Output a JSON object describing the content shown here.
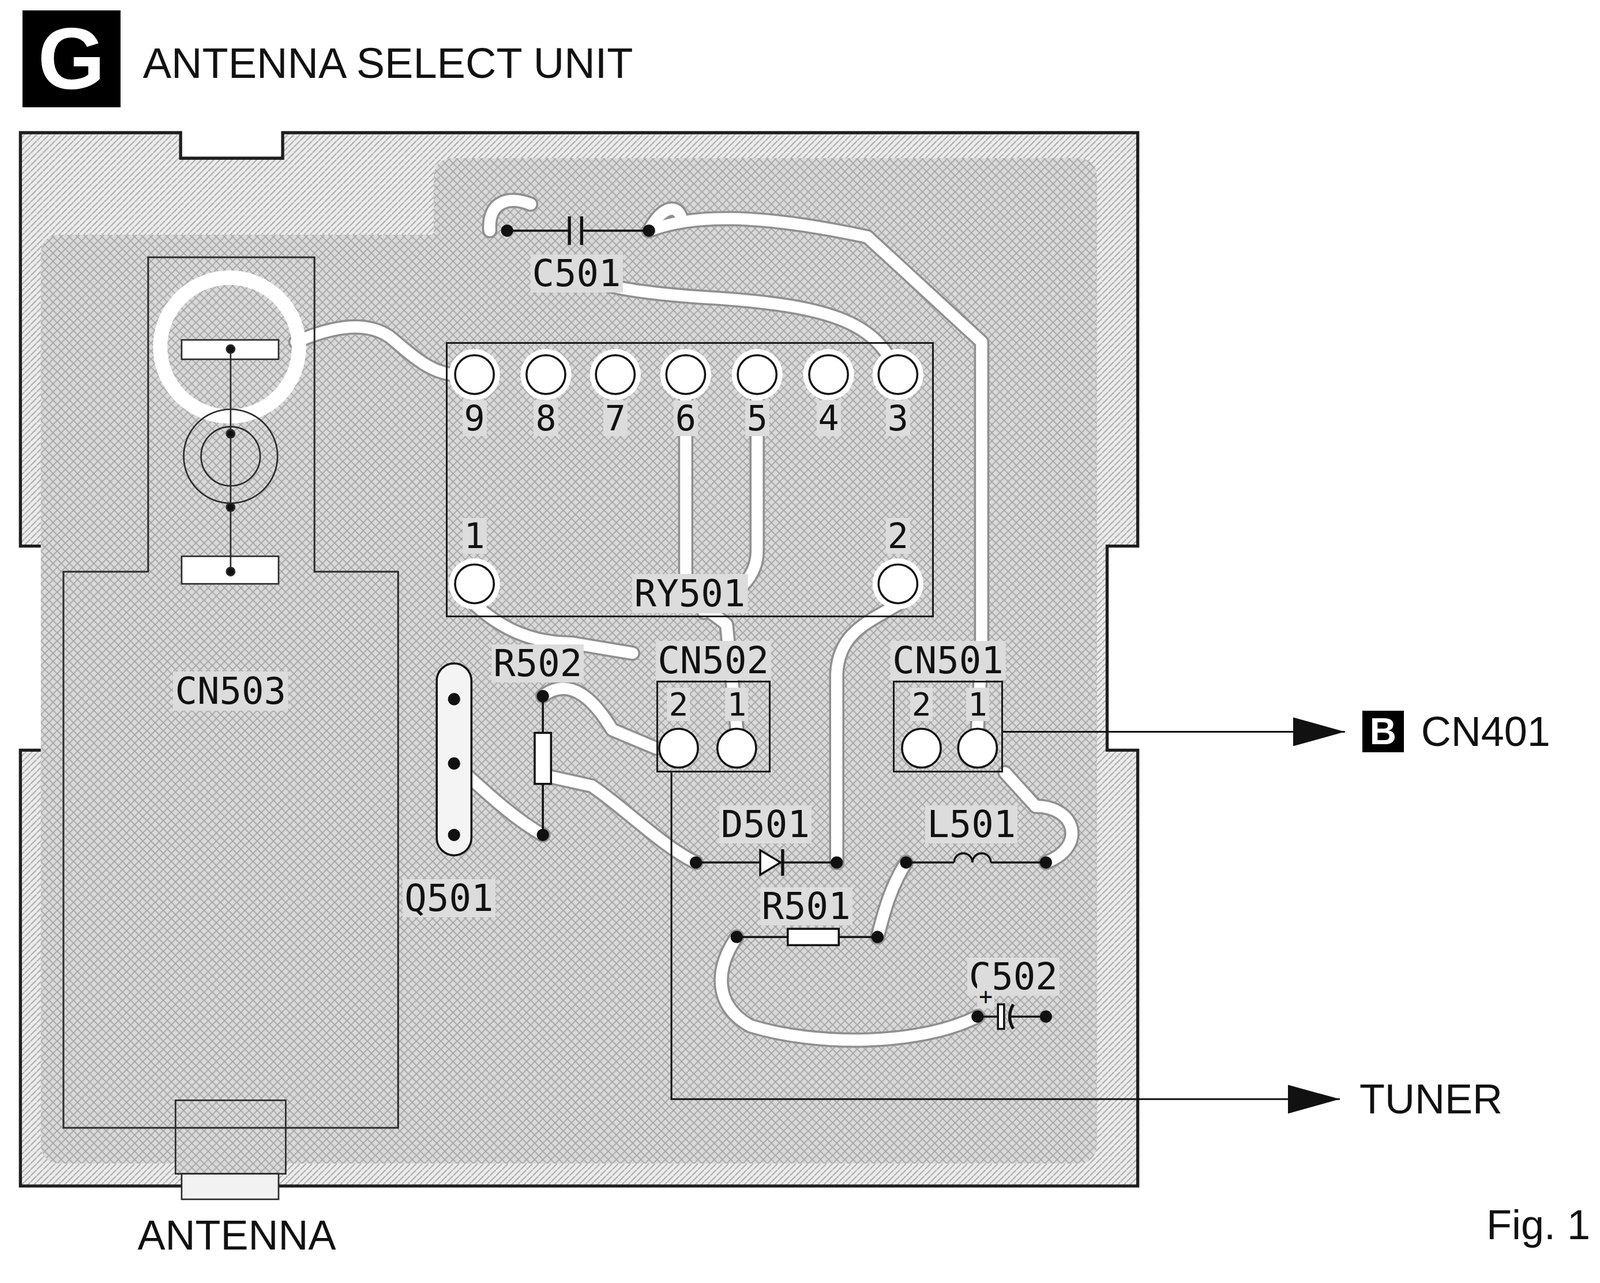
{
  "diagram": {
    "title": "ANTENNA SELECT UNIT",
    "nodes": [
      {
        "text": [
          "RY501"
        ]
      },
      {
        "text": [
          "CN503"
        ]
      },
      {
        "text": [
          "CN502"
        ]
      },
      {
        "text": [
          "CN501"
        ]
      },
      {
        "text": [
          "CN401"
        ]
      },
      {
        "text": [
          "TUNER"
        ]
      }
    ],
    "edges": [
      {
        "from": 3,
        "to": 4,
        "arrow": "to"
      },
      {
        "from": 2,
        "to": 5,
        "arrow": "to"
      }
    ],
    "labels": [
      "G",
      "9",
      "8",
      "7",
      "6",
      "5",
      "4",
      "3",
      "1",
      "2",
      "C501",
      "R502",
      "Q501",
      "2",
      "1",
      "2",
      "1",
      "D501",
      "L501",
      "R501",
      "C502",
      "+",
      "B",
      "ANTENNA",
      "Fig. 1"
    ]
  }
}
